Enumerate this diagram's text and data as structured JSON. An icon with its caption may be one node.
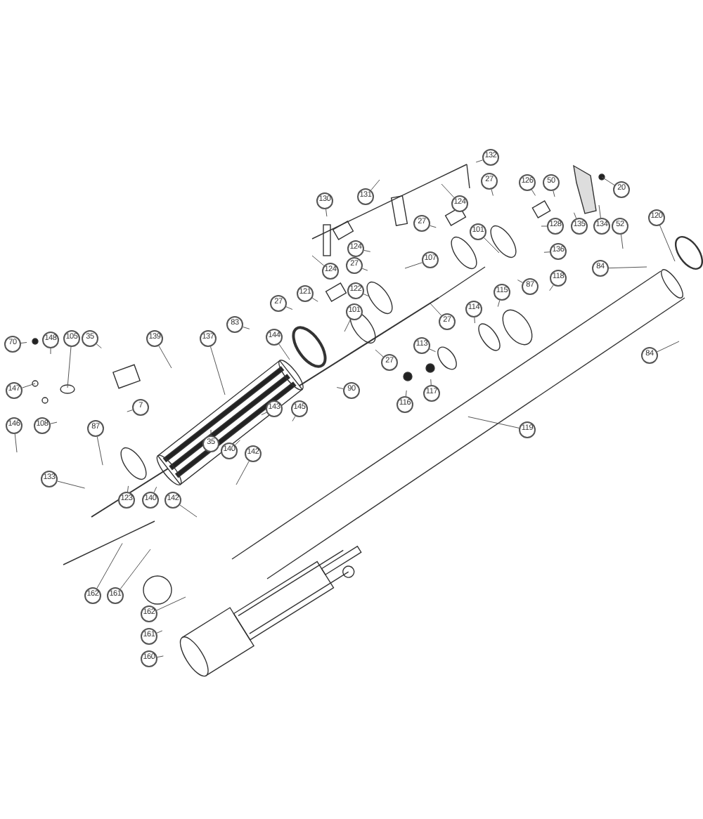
{
  "diagram": {
    "nodes": [
      {
        "text": [
          "132"
        ]
      },
      {
        "text": [
          "131"
        ]
      },
      {
        "text": [
          "130"
        ]
      },
      {
        "text": [
          "27"
        ]
      },
      {
        "text": [
          "124"
        ]
      },
      {
        "text": [
          "126"
        ]
      },
      {
        "text": [
          "50"
        ]
      },
      {
        "text": [
          "20"
        ]
      },
      {
        "text": [
          "27"
        ]
      },
      {
        "text": [
          "101"
        ]
      },
      {
        "text": [
          "128"
        ]
      },
      {
        "text": [
          "135"
        ]
      },
      {
        "text": [
          "134"
        ]
      },
      {
        "text": [
          "52"
        ]
      },
      {
        "text": [
          "120"
        ]
      },
      {
        "text": [
          "124"
        ]
      },
      {
        "text": [
          "107"
        ]
      },
      {
        "text": [
          "136"
        ]
      },
      {
        "text": [
          "84"
        ]
      },
      {
        "text": [
          "27"
        ]
      },
      {
        "text": [
          "87"
        ]
      },
      {
        "text": [
          "118"
        ]
      },
      {
        "text": [
          "122"
        ]
      },
      {
        "text": [
          "115"
        ]
      },
      {
        "text": [
          "114"
        ]
      },
      {
        "text": [
          "101"
        ]
      },
      {
        "text": [
          "27"
        ]
      },
      {
        "text": [
          "113"
        ]
      },
      {
        "text": [
          "84"
        ]
      },
      {
        "text": [
          "27"
        ]
      },
      {
        "text": [
          "90"
        ]
      },
      {
        "text": [
          "116"
        ]
      },
      {
        "text": [
          "117"
        ]
      },
      {
        "text": [
          "119"
        ]
      },
      {
        "text": [
          "124"
        ]
      },
      {
        "text": [
          "70"
        ]
      },
      {
        "text": [
          "148"
        ]
      },
      {
        "text": [
          "105"
        ]
      },
      {
        "text": [
          "35"
        ]
      },
      {
        "text": [
          "139"
        ]
      },
      {
        "text": [
          "137"
        ]
      },
      {
        "text": [
          "83"
        ]
      },
      {
        "text": [
          "144"
        ]
      },
      {
        "text": [
          "121"
        ]
      },
      {
        "text": [
          "27"
        ]
      },
      {
        "text": [
          "147"
        ]
      },
      {
        "text": [
          "146"
        ]
      },
      {
        "text": [
          "108"
        ]
      },
      {
        "text": [
          "7"
        ]
      },
      {
        "text": [
          "87"
        ]
      },
      {
        "text": [
          "143"
        ]
      },
      {
        "text": [
          "145"
        ]
      },
      {
        "text": [
          "35"
        ]
      },
      {
        "text": [
          "140"
        ]
      },
      {
        "text": [
          "142"
        ]
      },
      {
        "text": [
          "133"
        ]
      },
      {
        "text": [
          "123"
        ]
      },
      {
        "text": [
          "140"
        ]
      },
      {
        "text": [
          "142"
        ]
      },
      {
        "text": [
          "162"
        ]
      },
      {
        "text": [
          "161"
        ]
      },
      {
        "text": [
          "162"
        ]
      },
      {
        "text": [
          "161"
        ]
      },
      {
        "text": [
          "160"
        ]
      }
    ],
    "edges": [
      {
        "from": 0,
        "to": null,
        "arrow": "none"
      },
      {
        "from": 1,
        "to": null,
        "arrow": "none"
      },
      {
        "from": 2,
        "to": null,
        "arrow": "none"
      },
      {
        "from": 3,
        "to": null,
        "arrow": "none"
      },
      {
        "from": 4,
        "to": null,
        "arrow": "none"
      },
      {
        "from": 5,
        "to": null,
        "arrow": "none"
      },
      {
        "from": 6,
        "to": null,
        "arrow": "none"
      },
      {
        "from": 7,
        "to": null,
        "arrow": "none"
      },
      {
        "from": 8,
        "to": null,
        "arrow": "none"
      },
      {
        "from": 9,
        "to": null,
        "arrow": "none"
      },
      {
        "from": 10,
        "to": null,
        "arrow": "none"
      },
      {
        "from": 11,
        "to": null,
        "arrow": "none"
      },
      {
        "from": 12,
        "to": null,
        "arrow": "none"
      },
      {
        "from": 13,
        "to": null,
        "arrow": "none"
      },
      {
        "from": 14,
        "to": null,
        "arrow": "none"
      },
      {
        "from": 15,
        "to": null,
        "arrow": "none"
      },
      {
        "from": 16,
        "to": null,
        "arrow": "none"
      },
      {
        "from": 17,
        "to": null,
        "arrow": "none"
      },
      {
        "from": 18,
        "to": null,
        "arrow": "none"
      },
      {
        "from": 19,
        "to": null,
        "arrow": "none"
      },
      {
        "from": 20,
        "to": null,
        "arrow": "none"
      },
      {
        "from": 21,
        "to": null,
        "arrow": "none"
      },
      {
        "from": 22,
        "to": null,
        "arrow": "none"
      },
      {
        "from": 23,
        "to": null,
        "arrow": "none"
      },
      {
        "from": 24,
        "to": null,
        "arrow": "none"
      },
      {
        "from": 25,
        "to": null,
        "arrow": "none"
      },
      {
        "from": 26,
        "to": null,
        "arrow": "none"
      },
      {
        "from": 27,
        "to": null,
        "arrow": "none"
      },
      {
        "from": 28,
        "to": null,
        "arrow": "none"
      },
      {
        "from": 29,
        "to": null,
        "arrow": "none"
      },
      {
        "from": 30,
        "to": null,
        "arrow": "none"
      },
      {
        "from": 31,
        "to": null,
        "arrow": "none"
      },
      {
        "from": 32,
        "to": null,
        "arrow": "none"
      },
      {
        "from": 33,
        "to": null,
        "arrow": "none"
      },
      {
        "from": 34,
        "to": null,
        "arrow": "none"
      },
      {
        "from": 35,
        "to": null,
        "arrow": "none"
      },
      {
        "from": 36,
        "to": null,
        "arrow": "none"
      },
      {
        "from": 37,
        "to": null,
        "arrow": "none"
      },
      {
        "from": 38,
        "to": null,
        "arrow": "none"
      },
      {
        "from": 39,
        "to": null,
        "arrow": "none"
      },
      {
        "from": 40,
        "to": null,
        "arrow": "none"
      },
      {
        "from": 41,
        "to": null,
        "arrow": "none"
      },
      {
        "from": 42,
        "to": null,
        "arrow": "none"
      },
      {
        "from": 43,
        "to": null,
        "arrow": "none"
      },
      {
        "from": 44,
        "to": null,
        "arrow": "none"
      },
      {
        "from": 45,
        "to": null,
        "arrow": "none"
      },
      {
        "from": 46,
        "to": null,
        "arrow": "none"
      },
      {
        "from": 47,
        "to": null,
        "arrow": "none"
      },
      {
        "from": 48,
        "to": null,
        "arrow": "none"
      },
      {
        "from": 49,
        "to": null,
        "arrow": "none"
      },
      {
        "from": 50,
        "to": null,
        "arrow": "none"
      },
      {
        "from": 51,
        "to": null,
        "arrow": "none"
      },
      {
        "from": 52,
        "to": null,
        "arrow": "none"
      },
      {
        "from": 53,
        "to": null,
        "arrow": "none"
      },
      {
        "from": 54,
        "to": null,
        "arrow": "none"
      },
      {
        "from": 55,
        "to": null,
        "arrow": "none"
      },
      {
        "from": 56,
        "to": null,
        "arrow": "none"
      },
      {
        "from": 57,
        "to": null,
        "arrow": "none"
      },
      {
        "from": 58,
        "to": null,
        "arrow": "none"
      },
      {
        "from": 59,
        "to": null,
        "arrow": "none"
      },
      {
        "from": 60,
        "to": null,
        "arrow": "none"
      },
      {
        "from": 61,
        "to": null,
        "arrow": "none"
      },
      {
        "from": 62,
        "to": null,
        "arrow": "none"
      },
      {
        "from": 63,
        "to": null,
        "arrow": "none"
      }
    ]
  }
}
